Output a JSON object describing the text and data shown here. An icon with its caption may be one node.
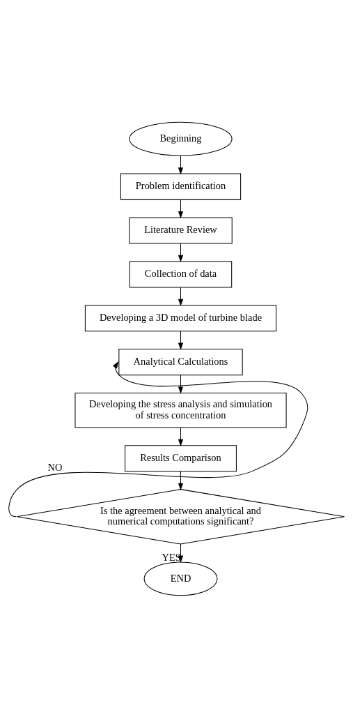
{
  "diagram": {
    "nodes": [
      {
        "text": [
          "Beginning"
        ]
      },
      {
        "text": [
          "Problem identification"
        ]
      },
      {
        "text": [
          "Literature Review"
        ]
      },
      {
        "text": [
          "Collection of data"
        ]
      },
      {
        "text": [
          "Developing a 3D model of turbine blade"
        ]
      },
      {
        "text": [
          "Analytical Calculations"
        ]
      },
      {
        "text": [
          "Developing the stress analysis and simulation of stress concentration"
        ]
      },
      {
        "text": [
          "Results Comparison"
        ]
      },
      {
        "text": [
          "Is the agreement between analytical and numerical computations significant?"
        ]
      },
      {
        "text": [
          "END"
        ]
      }
    ],
    "edges": [
      {
        "from": 0,
        "to": 1,
        "arrow": "to"
      },
      {
        "from": 1,
        "to": 2,
        "arrow": "to"
      },
      {
        "from": 2,
        "to": 3,
        "arrow": "to"
      },
      {
        "from": 3,
        "to": 4,
        "arrow": "to"
      },
      {
        "from": 4,
        "to": 5,
        "arrow": "to"
      },
      {
        "from": 5,
        "to": 6,
        "arrow": "to"
      },
      {
        "from": 6,
        "to": 7,
        "arrow": "to"
      },
      {
        "from": 7,
        "to": 8,
        "arrow": "to"
      },
      {
        "from": 8,
        "to": 5,
        "arrow": "to",
        "label": "NO"
      },
      {
        "from": 8,
        "to": 9,
        "arrow": "to",
        "label": "YES"
      }
    ]
  }
}
